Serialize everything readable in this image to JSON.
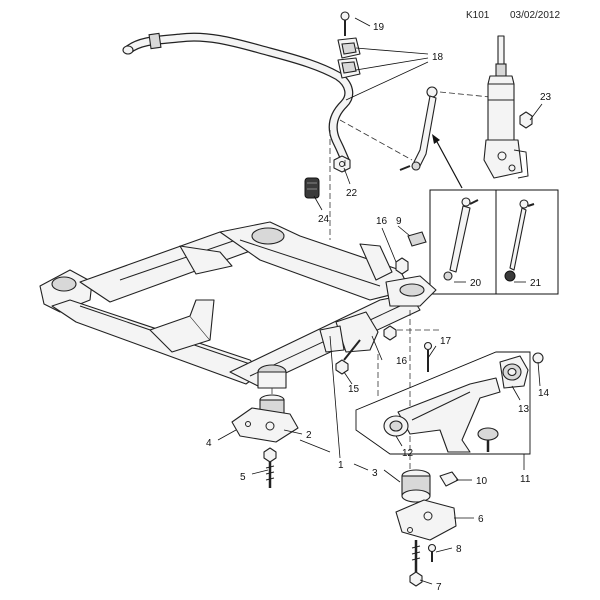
{
  "header": {
    "diagram_code": "K101",
    "date": "03/02/2012"
  },
  "callouts": {
    "c1": "1",
    "c2": "2",
    "c3": "3",
    "c4": "4",
    "c5": "5",
    "c6": "6",
    "c7": "7",
    "c8": "8",
    "c9": "9",
    "c10": "10",
    "c11": "11",
    "c12": "12",
    "c13": "13",
    "c14": "14",
    "c15": "15",
    "c16a": "16",
    "c16b": "16",
    "c17": "17",
    "c18": "18",
    "c19": "19",
    "c20": "20",
    "c21": "21",
    "c22": "22",
    "c23": "23",
    "c24": "24"
  },
  "colors": {
    "line": "#222222",
    "background": "#ffffff"
  }
}
